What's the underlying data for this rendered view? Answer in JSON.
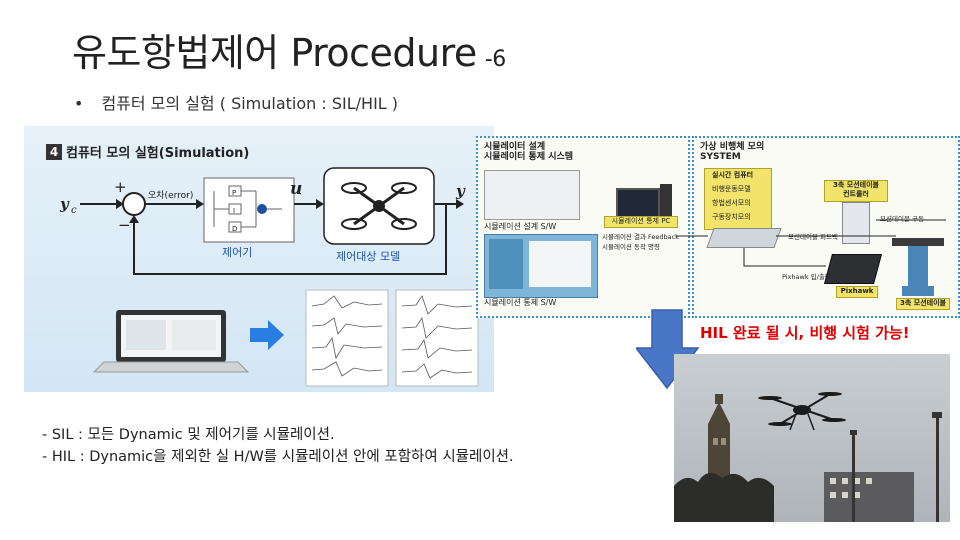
{
  "slide": {
    "title_main": "유도항법제어 Procedure",
    "title_suffix": "-6",
    "bullet": "컴퓨터 모의 실험 ( Simulation : SIL/HIL )"
  },
  "sim_diagram": {
    "badge": "4",
    "heading": "컴퓨터 모의 실험(Simulation)",
    "input_label": "y",
    "input_sub": "c",
    "plus": "+",
    "minus": "−",
    "error_label": "오차(error)",
    "u_label": "u",
    "output_label": "y",
    "controller_label": "제어기",
    "plant_label": "제어대상 모델",
    "pid_p": "P",
    "pid_i": "I",
    "pid_d": "D"
  },
  "hw_diagram": {
    "sim_design_line1": "시뮬레이터 설계",
    "sim_design_line2": "시뮬레이터 통제 시스템",
    "virtual_line1": "가상 비행체 모의",
    "virtual_line2": "SYSTEM",
    "sim_pc": "시뮬레이션 통제 PC",
    "sim_sw": "시뮬레이션 설계 S/W",
    "sim_feedback": "시뮬레이션 결과 Feedback",
    "sim_control": "시뮬레이션 동작 명령",
    "sim_control_sw": "시뮬레이션 통제 S/W",
    "realtime_line1": "실시간 컴퓨터",
    "realtime_line2": "비행운동모델",
    "realtime_line3": "항법센서모의",
    "realtime_line4": "구동장치모의",
    "table_ctrl_line1": "3축 모션테이블",
    "table_ctrl_line2": "컨트롤러",
    "motion_cmd": "모션테이블 구동",
    "motion_feedback": "모션테이블 피드백",
    "pixhawk_io": "Pixhawk 입/출력",
    "pixhawk": "Pixhawk",
    "motion_table": "3축 모션테이블"
  },
  "hil_note": "HIL 완료 될 시, 비행 시험 가능!",
  "notes": [
    "- SIL  : 모든 Dynamic 및 제어기를 시뮬레이션.",
    "- HIL  : Dynamic을 제외한 실 H/W를 시뮬레이션 안에 포함하여 시뮬레이션."
  ],
  "colors": {
    "arrow_blue": "#4a76c8",
    "hil_red": "#e00000",
    "panel_border": "#3b8fd0",
    "label_yellow": "#f2e36a"
  }
}
